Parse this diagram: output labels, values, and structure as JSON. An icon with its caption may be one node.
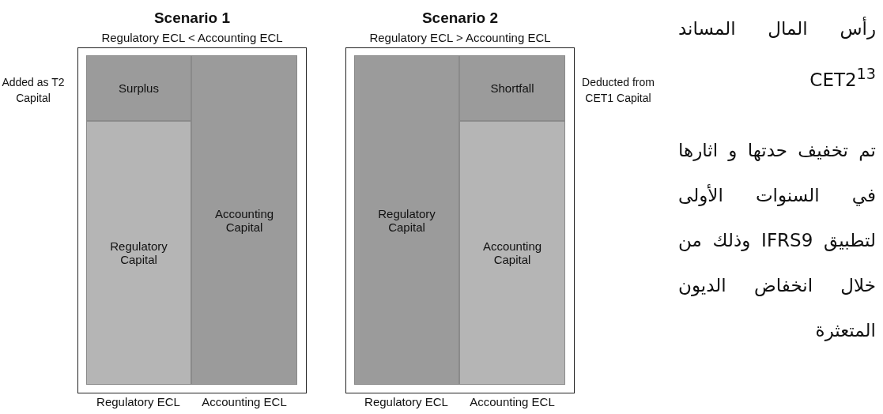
{
  "diagram": {
    "nodes": [
      {
        "text": [
          "Scenario 1",
          "Regulatory ECL < Accounting ECL"
        ]
      },
      {
        "text": [
          "Surplus"
        ],
        "in": 0
      },
      {
        "text": [
          "Regulatory Capital"
        ],
        "in": 0
      },
      {
        "text": [
          "Accounting Capital"
        ],
        "in": 0
      },
      {
        "text": [
          "Scenario 2",
          "Regulatory ECL > Accounting ECL"
        ]
      },
      {
        "text": [
          "Regulatory Capital"
        ],
        "in": 4
      },
      {
        "text": [
          "Shortfall"
        ],
        "in": 4
      },
      {
        "text": [
          "Accounting Capital"
        ],
        "in": 4
      }
    ],
    "edges": [],
    "labels": [
      "Added as T2 Capital",
      "Deducted from CET1 Capital",
      "Regulatory ECL",
      "Accounting ECL",
      "Regulatory ECL",
      "Accounting ECL",
      "رأس المال المساند CET2$^{13}$",
      "تم تخفيف حدتها و اثارها في السنوات الأولى لتطبيق IFRS9 وذلك من خلال انخفاض الديون المتعثرة"
    ]
  }
}
